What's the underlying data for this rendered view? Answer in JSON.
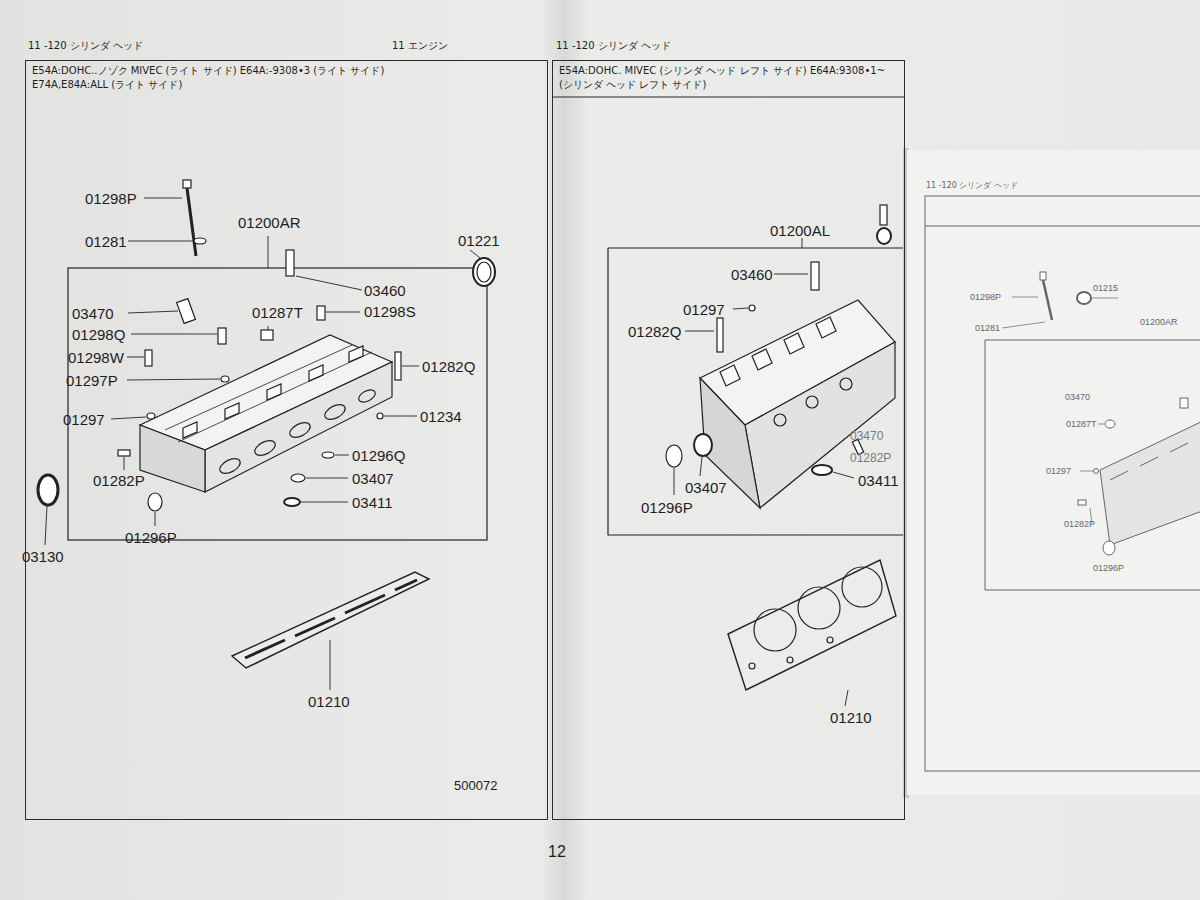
{
  "diagram": {
    "nodes": [
      {
        "text": [
          "E54A:DOHC..ノゾク MIVEC (ライト サイド) E64A:-9308•3 (ライト サイド) E74A,E84A:ALL (ライト サイド)"
        ]
      },
      {
        "text": [
          "E54A:DOHC. MIVEC (シリンダ ヘッド レフト サイド) E64A:9308•1~ (シリンダ ヘッド レフト サイド)"
        ]
      }
    ],
    "labels": [
      "11 -120 シリンダ ヘッド",
      "11 エンジン",
      "01298P",
      "01281",
      "01200AR",
      "01221",
      "03460",
      "03470",
      "01287T",
      "01298S",
      "01298Q",
      "01298W",
      "01282Q",
      "01297P",
      "01297",
      "01234",
      "01296Q",
      "01282P",
      "03407",
      "03411",
      "03130",
      "01296P",
      "01210",
      "500072",
      "11 -120 シリンダ ヘッド",
      "01200AL",
      "03460",
      "01297",
      "01282Q",
      "03470",
      "01282P",
      "03411",
      "01296P",
      "03407",
      "01210",
      "12",
      "11 -120 シリンダ ヘッド",
      "01298P",
      "01215",
      "01281",
      "01200AR",
      "03470",
      "01287T",
      "01297",
      "01282P",
      "01296P"
    ]
  }
}
